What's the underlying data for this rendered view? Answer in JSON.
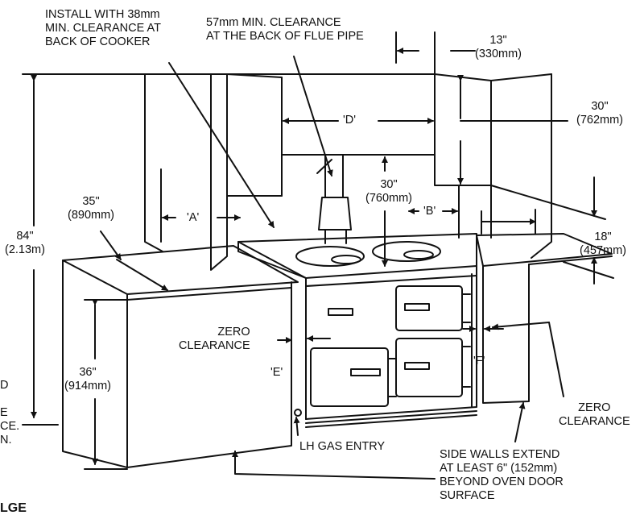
{
  "colors": {
    "ink": "#111111",
    "background": "#ffffff"
  },
  "labels": {
    "install_38": [
      "INSTALL WITH 38mm",
      "MIN. CLEARANCE AT",
      "BACK OF COOKER"
    ],
    "clearance_57": [
      "57mm MIN. CLEARANCE",
      "AT THE BACK OF FLUE PIPE"
    ],
    "dim_13": [
      "13\"",
      "(330mm)"
    ],
    "dim_30_top": [
      "30\"",
      "(762mm)"
    ],
    "dim_d": "'D'",
    "dim_30_mid": [
      "30\"",
      "(760mm)"
    ],
    "dim_b": "'B'",
    "dim_35": [
      "35\"",
      "(890mm)"
    ],
    "dim_a": "'A'",
    "dim_84": [
      "84\"",
      "(2.13m)"
    ],
    "dim_18": [
      "18\"",
      "(457mm)"
    ],
    "zero_clearance_left": [
      "ZERO",
      "CLEARANCE"
    ],
    "dim_e": "'E'",
    "dim_36": [
      "36\"",
      "(914mm)"
    ],
    "dim_f": "'F'",
    "zero_clearance_right": [
      "ZERO",
      "CLEARANCE"
    ],
    "lh_gas_entry": "LH GAS ENTRY",
    "side_walls": [
      "SIDE WALLS EXTEND",
      "AT LEAST 6\" (152mm)",
      "BEYOND OVEN DOOR",
      "SURFACE"
    ],
    "left_fragment": [
      "D",
      "E",
      "CE.",
      "N."
    ],
    "bottom_fragment": "LGE"
  }
}
